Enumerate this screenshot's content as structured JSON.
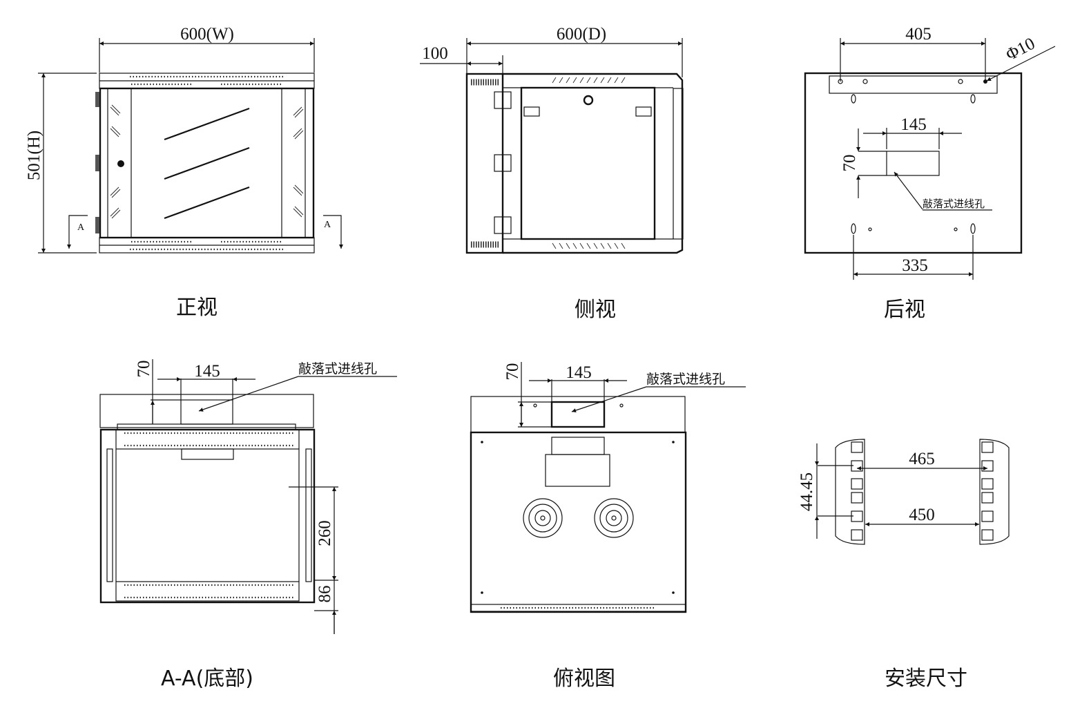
{
  "views": {
    "front": {
      "caption": "正视",
      "width_dim": "600(W)",
      "height_dim": "501(H)",
      "section_marker": "A"
    },
    "side": {
      "caption": "侧视",
      "depth_dim": "600(D)",
      "offset_dim": "100"
    },
    "rear": {
      "caption": "后视",
      "mount_span_dim": "405",
      "hole_dia_dim": "Φ10",
      "cutout_width_dim": "145",
      "cutout_height_dim": "70",
      "cutout_note": "敲落式进线孔",
      "bottom_span_dim": "335"
    },
    "bottom_section": {
      "caption": "A-A(底部)",
      "cutout_width_dim": "145",
      "cutout_height_dim": "70",
      "cutout_note": "敲落式进线孔",
      "rail_dim": "260",
      "edge_dim": "86"
    },
    "top": {
      "caption": "俯视图",
      "cutout_width_dim": "145",
      "cutout_height_dim": "70",
      "cutout_note": "敲落式进线孔"
    },
    "mounting": {
      "caption": "安装尺寸",
      "hole_pitch_dim": "44.45",
      "outer_span_dim": "465",
      "inner_span_dim": "450"
    }
  },
  "colors": {
    "line": "#111111",
    "background": "#ffffff"
  }
}
